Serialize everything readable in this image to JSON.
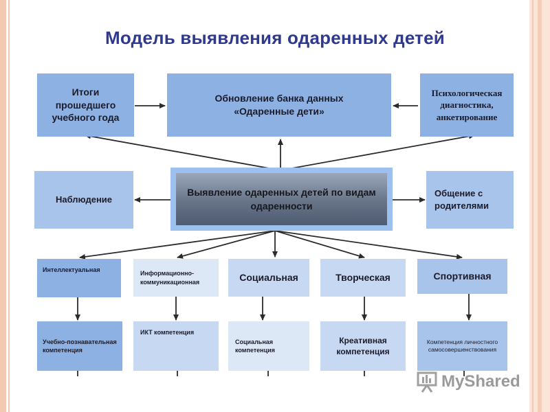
{
  "title": "Модель выявления одаренных детей",
  "top_row": {
    "results": "Итоги прошедшего учебного года",
    "databank": "Обновление банка данных «Одаренные дети»",
    "diagnostics": "Психологическая диагностика, анкетирование"
  },
  "middle_row": {
    "observation": "Наблюдение",
    "center": "Выявление одаренных детей по видам одаренности",
    "parents": "Общение с родителями"
  },
  "types": {
    "intellectual": "Интеллектуальная",
    "ict": "Информационно-коммуникационная",
    "social": "Социальная",
    "creative": "Творческая",
    "sport": "Спортивная"
  },
  "competences": {
    "educational": "Учебно-познавательная компетенция",
    "ict": "ИКТ компетенция",
    "social": "Социальная компетенция",
    "creative": "Креативная компетенция",
    "self": "Компетенция личностного самосовершенствования"
  },
  "watermark": "MyShared",
  "colors": {
    "title": "#2f3a8f",
    "box_dark": "#8eb1e4",
    "box_light": "#c6d8f2",
    "arrow": "#2b2b2b"
  }
}
